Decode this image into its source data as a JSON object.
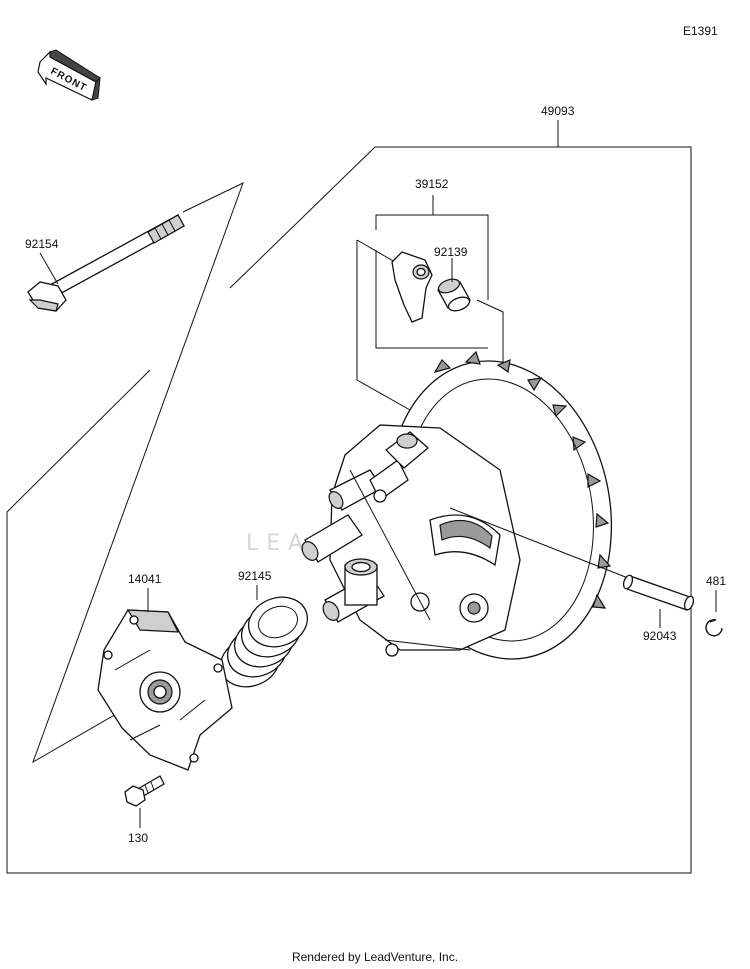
{
  "diagram": {
    "code": "E1391",
    "front_label": "FRONT",
    "watermark": "LEADVENTURE",
    "parts": {
      "assembly": "49093",
      "arm_assy": "39152",
      "collar": "92139",
      "bolt_long": "92154",
      "cover": "14041",
      "spring": "92145",
      "pin": "92043",
      "circlip": "481",
      "bolt_short": "130"
    }
  },
  "footer": {
    "credit": "Rendered by LeadVenture, Inc."
  }
}
